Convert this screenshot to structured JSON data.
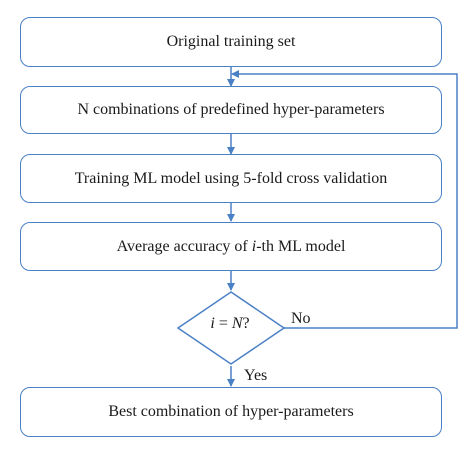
{
  "flowchart": {
    "steps": [
      {
        "text": "Original training set"
      },
      {
        "text": "N combinations of predefined hyper-parameters"
      },
      {
        "text": "Training ML model using 5-fold cross validation"
      },
      {
        "prefix": "Average accuracy of ",
        "var": "i",
        "suffix": "-th ML model"
      }
    ],
    "decision": {
      "var_i": "i",
      "op": " = ",
      "var_n": "N",
      "suffix": "?"
    },
    "no_label": "No",
    "yes_label": "Yes",
    "result": "Best combination of hyper-parameters",
    "colors": {
      "border": "#4a80c6",
      "arrow": "#4a80c6",
      "text": "#1a1a1a"
    }
  }
}
